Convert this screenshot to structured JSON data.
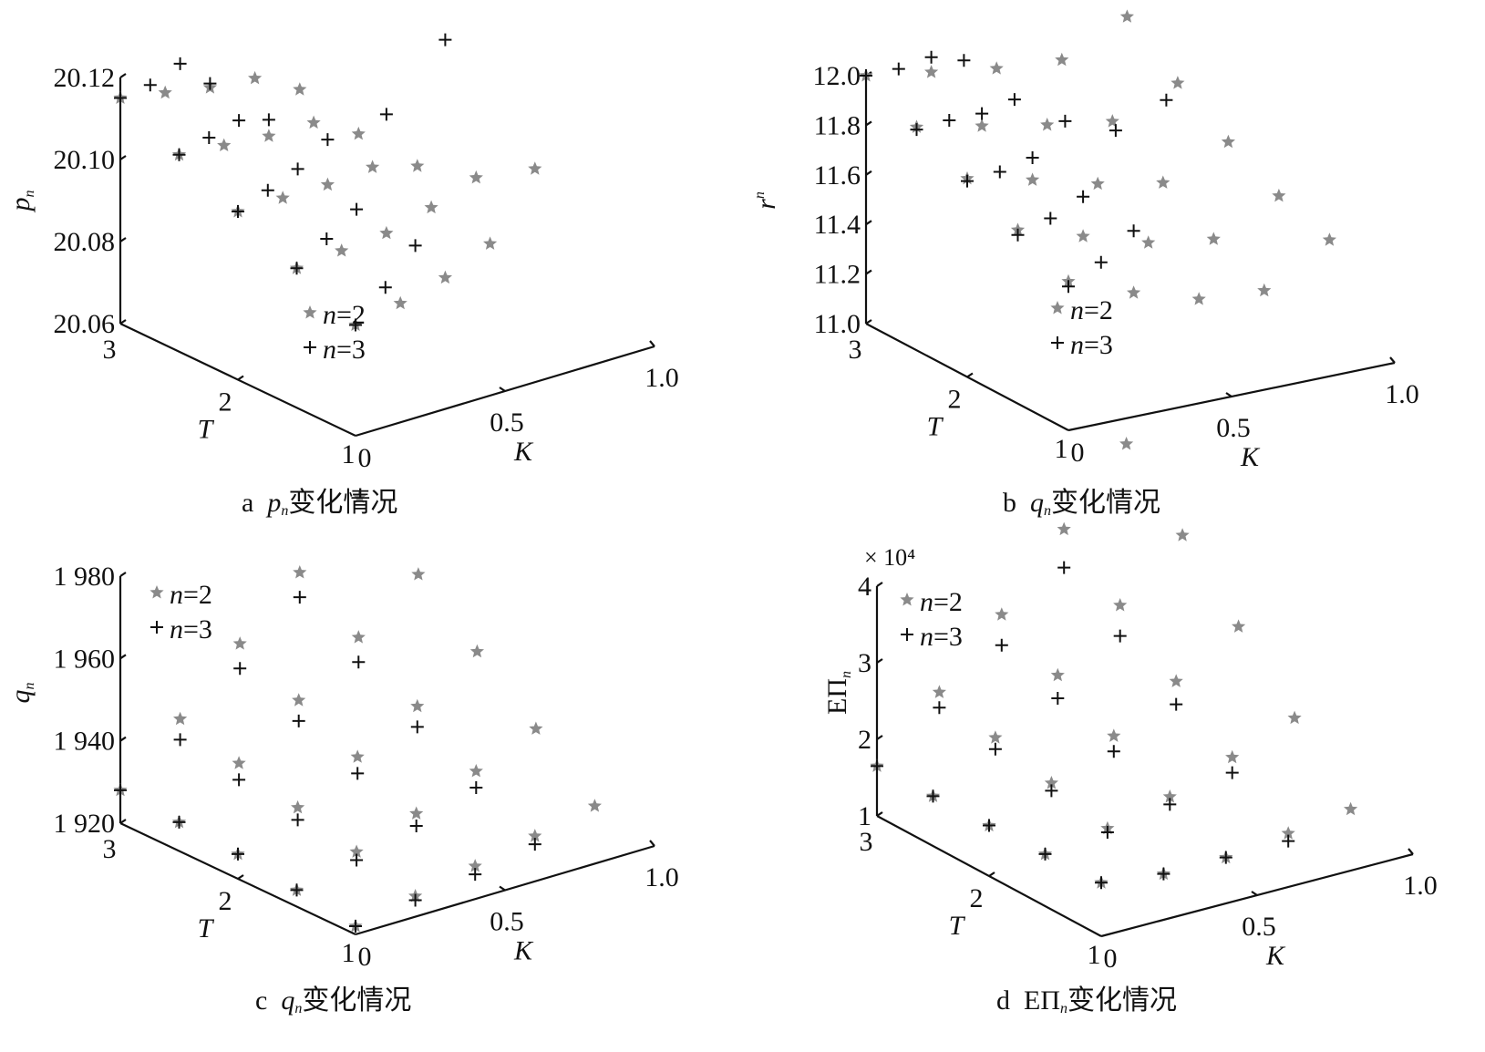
{
  "chart_data": [
    {
      "id": "a",
      "type": "scatter3d",
      "caption": {
        "prefix": "a",
        "var": "p",
        "sub": "n",
        "suffix": "变化情况"
      },
      "zlabel": {
        "main": "p",
        "sub": "n",
        "sup": ""
      },
      "xlabel": "K",
      "ylabel": "T",
      "zticks": [
        "20.06",
        "20.08",
        "20.10",
        "20.12"
      ],
      "zlim": [
        20.06,
        20.12
      ],
      "Tticks": [
        "1",
        "2",
        "3"
      ],
      "Kticks": [
        "0",
        "0.5",
        "1.0"
      ],
      "zmultiplier": "",
      "T": [
        1,
        1.5,
        2,
        2.5,
        3
      ],
      "series": [
        {
          "name": "n=2",
          "legend": {
            "var": "n",
            "rest": "=2"
          },
          "marker": "star",
          "color": "#8a8a8a",
          "K": [
            0,
            0.15,
            0.3,
            0.45,
            0.6
          ],
          "z": [
            [
              20.087,
              20.094,
              20.101,
              20.108,
              20.115
            ],
            [
              20.089,
              20.095,
              20.101,
              20.107,
              20.113
            ],
            [
              20.092,
              20.096,
              20.101,
              20.106,
              20.111
            ],
            [
              20.097,
              20.099,
              20.102,
              20.106,
              20.11
            ],
            [
              20.112,
              20.103,
              20.099,
              20.1,
              20.104
            ]
          ]
        },
        {
          "name": "n=3",
          "legend": {
            "var": "n",
            "rest": "=3"
          },
          "marker": "plus",
          "color": "#111111",
          "K": [
            0,
            0.1,
            0.2,
            0.3
          ],
          "z": [
            [
              20.087,
              20.094,
              20.101,
              20.108,
              20.115
            ],
            [
              20.094,
              20.099,
              20.104,
              20.11,
              20.116
            ],
            [
              20.102,
              20.104,
              20.107,
              20.112,
              20.119
            ],
            [
              20.15,
              20.125,
              20.112,
              20.11,
              20.112
            ]
          ]
        }
      ]
    },
    {
      "id": "b",
      "type": "scatter3d",
      "caption": {
        "prefix": "b",
        "var": "q",
        "sub": "n",
        "suffix": "变化情况"
      },
      "zlabel": {
        "main": "r",
        "sub": "",
        "sup": "n"
      },
      "xlabel": "K",
      "ylabel": "T",
      "zticks": [
        "11.0",
        "11.2",
        "11.4",
        "11.6",
        "11.8",
        "12.0"
      ],
      "zlim": [
        11.0,
        12.0
      ],
      "Tticks": [
        "1",
        "2",
        "3"
      ],
      "Kticks": [
        "0",
        "0.5",
        "1.0"
      ],
      "zmultiplier": "",
      "T": [
        1,
        1.5,
        2,
        2.5,
        3
      ],
      "series": [
        {
          "name": "n=2",
          "legend": {
            "var": "n",
            "rest": "=2"
          },
          "marker": "star",
          "color": "#8a8a8a",
          "K": [
            0,
            0.2,
            0.4,
            0.6,
            0.8
          ],
          "z": [
            [
              11.6,
              11.7,
              11.8,
              11.9,
              12.0
            ],
            [
              11.5,
              11.62,
              11.74,
              11.85,
              11.96
            ],
            [
              11.42,
              11.54,
              11.67,
              11.8,
              11.92
            ],
            [
              11.4,
              11.5,
              11.62,
              11.76,
              11.9
            ],
            [
              11.55,
              11.62,
              11.73,
              11.86,
              12.02
            ]
          ]
        },
        {
          "name": "n=3",
          "legend": {
            "var": "n",
            "rest": "=3"
          },
          "marker": "plus",
          "color": "#111111",
          "K": [
            0,
            0.1,
            0.2,
            0.3
          ],
          "z": [
            [
              11.58,
              11.68,
              11.79,
              11.89,
              12.0
            ],
            [
              11.65,
              11.72,
              11.8,
              11.9,
              12.0
            ],
            [
              11.75,
              11.78,
              11.83,
              11.9,
              12.02
            ],
            [
              12.25,
              12.02,
              11.95,
              11.93,
              11.98
            ]
          ]
        }
      ]
    },
    {
      "id": "c",
      "type": "scatter3d",
      "caption": {
        "prefix": "c",
        "var": "q",
        "sub": "n",
        "suffix": "变化情况"
      },
      "zlabel": {
        "main": "q",
        "sub": "n",
        "sup": ""
      },
      "xlabel": "K",
      "ylabel": "T",
      "zticks": [
        "1 920",
        "1 940",
        "1 960",
        "1 980"
      ],
      "zlim": [
        1920,
        1980
      ],
      "Tticks": [
        "1",
        "2",
        "3"
      ],
      "Kticks": [
        "0",
        "0.5",
        "1.0"
      ],
      "zmultiplier": "",
      "T": [
        1,
        1.5,
        2,
        2.5,
        3
      ],
      "series": [
        {
          "name": "n=2",
          "legend": {
            "var": "n",
            "rest": "=2"
          },
          "marker": "star",
          "color": "#8a8a8a",
          "K": [
            0,
            0.2,
            0.4,
            0.6,
            0.8
          ],
          "z": [
            [
              1922,
              1924,
              1926,
              1927,
              1928
            ],
            [
              1925,
              1929,
              1933,
              1937,
              1941
            ],
            [
              1928,
              1934,
              1941,
              1948,
              1955
            ],
            [
              1931,
              1940,
              1949,
              1959,
              1968
            ],
            [
              1934,
              1946,
              1958,
              1970,
              1982
            ]
          ]
        },
        {
          "name": "n=3",
          "legend": {
            "var": "n",
            "rest": "=3"
          },
          "marker": "plus",
          "color": "#111111",
          "K": [
            0,
            0.2,
            0.4,
            0.6
          ],
          "z": [
            [
              1922,
              1924,
              1926,
              1927,
              1928
            ],
            [
              1924,
              1927,
              1930,
              1933,
              1936
            ],
            [
              1926,
              1931,
              1937,
              1943,
              1949
            ],
            [
              1929,
              1936,
              1944,
              1953,
              1962
            ]
          ]
        }
      ]
    },
    {
      "id": "d",
      "type": "scatter3d",
      "caption": {
        "prefix": "d",
        "var": "EΠ",
        "sub": "n",
        "suffix": "变化情况"
      },
      "zlabel": {
        "main": "EΠ",
        "sub": "n",
        "sup": ""
      },
      "xlabel": "K",
      "ylabel": "T",
      "zticks": [
        "1",
        "2",
        "3",
        "4"
      ],
      "zlim": [
        1,
        4
      ],
      "Tticks": [
        "1",
        "2",
        "3"
      ],
      "Kticks": [
        "0",
        "0.5",
        "1.0"
      ],
      "zmultiplier": "× 10⁴",
      "T": [
        1,
        1.5,
        2,
        2.5,
        3
      ],
      "series": [
        {
          "name": "n=2",
          "legend": {
            "var": "n",
            "rest": "=2"
          },
          "marker": "star",
          "color": "#8a8a8a",
          "K": [
            0,
            0.2,
            0.4,
            0.6,
            0.8
          ],
          "z": [
            [
              1.7,
              1.68,
              1.66,
              1.65,
              1.65
            ],
            [
              1.6,
              1.8,
              2.0,
              2.2,
              2.4
            ],
            [
              1.6,
              2.0,
              2.4,
              2.8,
              3.2
            ],
            [
              1.7,
              2.3,
              2.9,
              3.5,
              4.1
            ],
            [
              1.8,
              2.6,
              3.4,
              4.2,
              5.0
            ]
          ]
        },
        {
          "name": "n=3",
          "legend": {
            "var": "n",
            "rest": "=3"
          },
          "marker": "plus",
          "color": "#111111",
          "K": [
            0,
            0.2,
            0.4,
            0.6
          ],
          "z": [
            [
              1.7,
              1.68,
              1.66,
              1.65,
              1.65
            ],
            [
              1.6,
              1.75,
              1.9,
              2.05,
              2.2
            ],
            [
              1.6,
              1.9,
              2.2,
              2.5,
              2.8
            ],
            [
              1.6,
              2.1,
              2.6,
              3.1,
              3.6
            ]
          ]
        }
      ]
    }
  ]
}
